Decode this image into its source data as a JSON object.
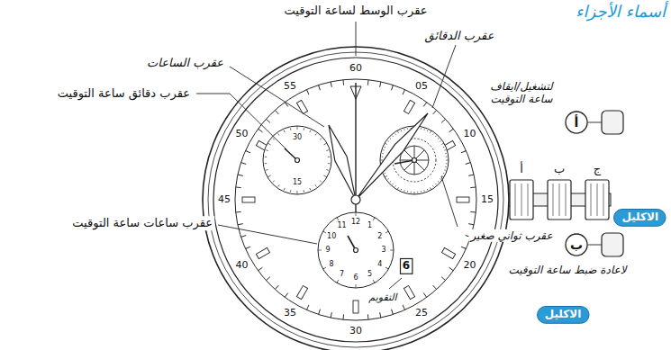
{
  "diagram": {
    "title": "أسماء الأجزاء",
    "nodes": [
      {
        "text": [
          "أ"
        ]
      },
      {
        "text": [
          "الاكليل"
        ]
      },
      {
        "text": [
          "ب"
        ]
      },
      {
        "text": [
          "6"
        ]
      },
      {
        "text": [
          "الاكليل"
        ]
      }
    ],
    "labels": [
      "عقرب الوسط لساعة التوقيت",
      "عقرب الدقائق",
      "عقرب الساعات",
      "لتشغيل/ايقاف ساعة التوقيت",
      "عقرب دقائق ساعة التوقيت",
      "أ",
      "ب",
      "ج",
      "عقرب ساعات ساعة التوقيت",
      "عقرب ثواني صغير",
      "لاعادة ضبط ساعة التوقيت",
      "التقويم",
      "60",
      "05",
      "10",
      "15",
      "20",
      "25",
      "30",
      "35",
      "40",
      "45",
      "50",
      "55",
      "30",
      "15",
      "1",
      "2",
      "3",
      "4",
      "5",
      "6",
      "7",
      "8",
      "9",
      "10",
      "11",
      "12"
    ]
  }
}
